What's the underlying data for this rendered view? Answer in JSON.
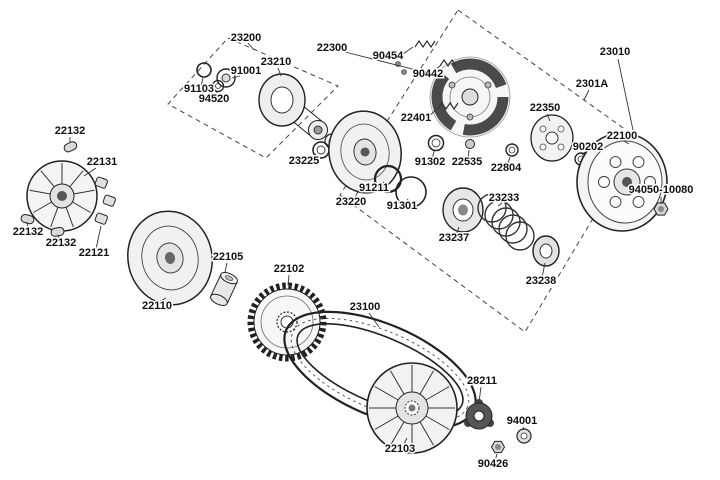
{
  "diagram": {
    "colors": {
      "line": "#1a1a1a",
      "background": "#ffffff",
      "dark_part": "#4a4a4a"
    }
  },
  "parts": [
    {
      "label": "23200"
    },
    {
      "label": "23210"
    },
    {
      "label": "91001"
    },
    {
      "label": "91103"
    },
    {
      "label": "94520"
    },
    {
      "label": "22300"
    },
    {
      "label": "90454"
    },
    {
      "label": "90442"
    },
    {
      "label": "22401"
    },
    {
      "label": "23010"
    },
    {
      "label": "2301A"
    },
    {
      "label": "22350"
    },
    {
      "label": "22100"
    },
    {
      "label": "90202"
    },
    {
      "label": "22132"
    },
    {
      "label": "22131"
    },
    {
      "label": "23225"
    },
    {
      "label": "91302"
    },
    {
      "label": "22535"
    },
    {
      "label": "22804"
    },
    {
      "label": "91211"
    },
    {
      "label": "23220"
    },
    {
      "label": "91301"
    },
    {
      "label": "23233"
    },
    {
      "label": "94050-10080"
    },
    {
      "label": "22132"
    },
    {
      "label": "22132"
    },
    {
      "label": "22121"
    },
    {
      "label": "23237"
    },
    {
      "label": "22105"
    },
    {
      "label": "22102"
    },
    {
      "label": "23238"
    },
    {
      "label": "22110"
    },
    {
      "label": "23100"
    },
    {
      "label": "28211"
    },
    {
      "label": "22103"
    },
    {
      "label": "94001"
    },
    {
      "label": "90426"
    }
  ]
}
